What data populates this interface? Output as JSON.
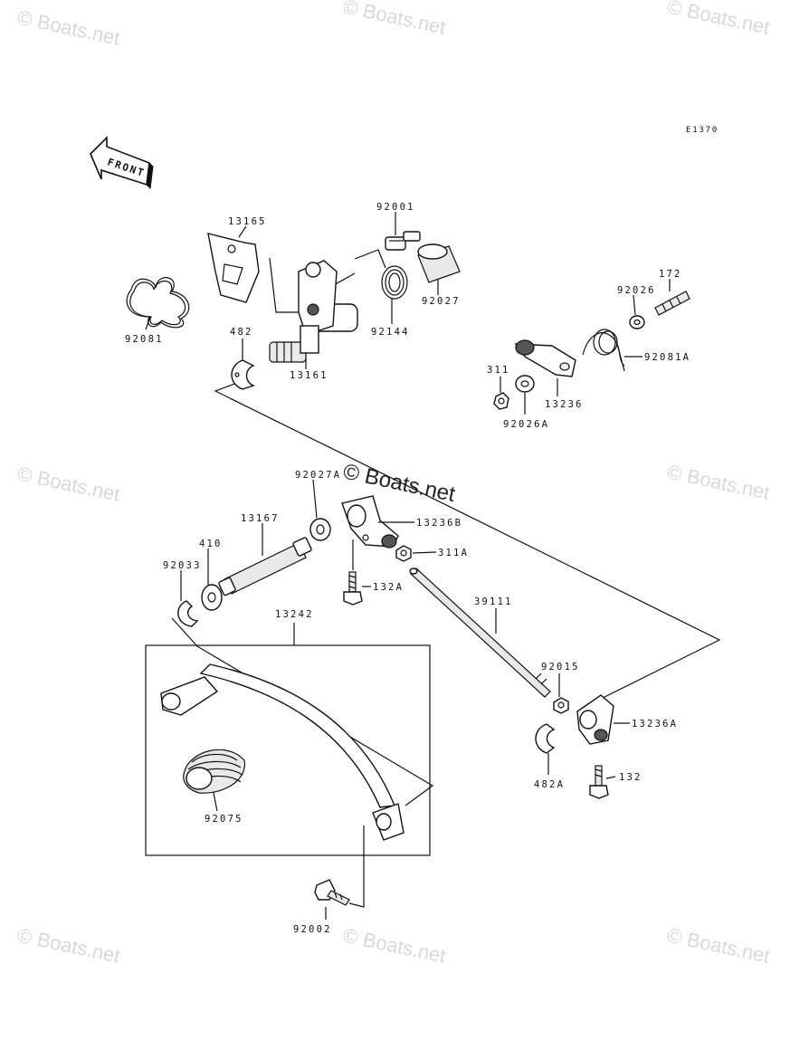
{
  "watermark": {
    "text": "© Boats.net",
    "center_text": "© Boats.net"
  },
  "diagram_code": "E1370",
  "front_arrow_label": "FRONT",
  "parts": [
    {
      "id": "p13165",
      "label": "13165"
    },
    {
      "id": "p92001",
      "label": "92001"
    },
    {
      "id": "p92081",
      "label": "92081"
    },
    {
      "id": "p482",
      "label": "482"
    },
    {
      "id": "p13161",
      "label": "13161"
    },
    {
      "id": "p92144",
      "label": "92144"
    },
    {
      "id": "p92027",
      "label": "92027"
    },
    {
      "id": "p172",
      "label": "172"
    },
    {
      "id": "p92026",
      "label": "92026"
    },
    {
      "id": "p92081A",
      "label": "92081A"
    },
    {
      "id": "p311",
      "label": "311"
    },
    {
      "id": "p13236",
      "label": "13236"
    },
    {
      "id": "p92026A",
      "label": "92026A"
    },
    {
      "id": "p92027A",
      "label": "92027A"
    },
    {
      "id": "p13236B",
      "label": "13236B"
    },
    {
      "id": "p13167",
      "label": "13167"
    },
    {
      "id": "p410",
      "label": "410"
    },
    {
      "id": "p311A",
      "label": "311A"
    },
    {
      "id": "p92033",
      "label": "92033"
    },
    {
      "id": "p132A",
      "label": "132A"
    },
    {
      "id": "p13242",
      "label": "13242"
    },
    {
      "id": "p39111",
      "label": "39111"
    },
    {
      "id": "p92015",
      "label": "92015"
    },
    {
      "id": "p13236A",
      "label": "13236A"
    },
    {
      "id": "p482A",
      "label": "482A"
    },
    {
      "id": "p132",
      "label": "132"
    },
    {
      "id": "p92075",
      "label": "92075"
    },
    {
      "id": "p92002",
      "label": "92002"
    }
  ]
}
